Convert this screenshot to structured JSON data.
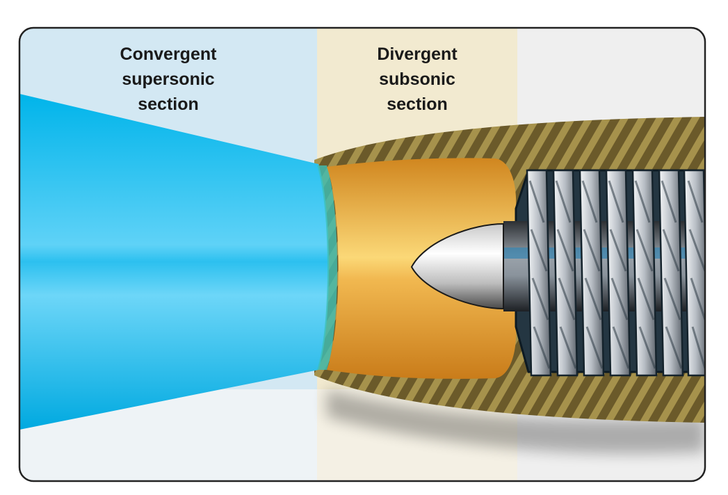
{
  "diagram": {
    "sections": [
      {
        "id": "convergent",
        "lines": [
          "Convergent",
          "supersonic",
          "section"
        ],
        "color": "#d3e8f3"
      },
      {
        "id": "divergent",
        "lines": [
          "Divergent",
          "subsonic",
          "section"
        ],
        "color": "#f2ead0"
      }
    ],
    "colors": {
      "airflow": "#14b8e8",
      "diffuser": "#d8902a",
      "housing": "#6b5a2a",
      "housing_stripe": "#a6924c",
      "spinner": "#e8e8e8",
      "compressor_blade": "#c8ccd2",
      "border": "#222222",
      "background": "#efefef"
    }
  }
}
